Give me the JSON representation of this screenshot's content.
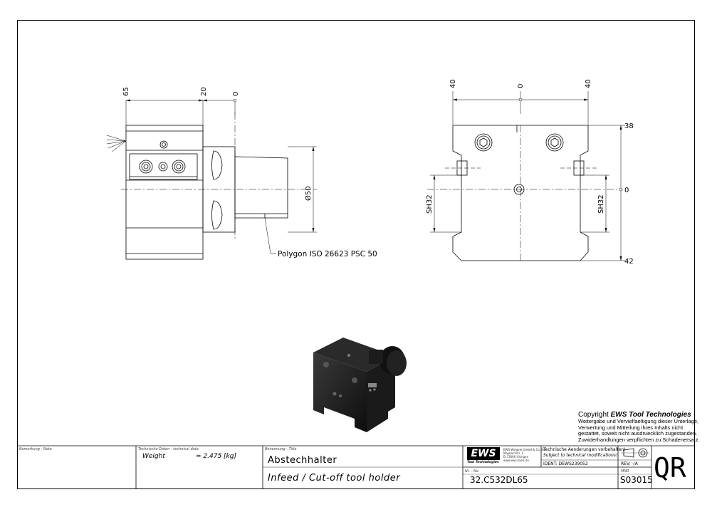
{
  "drawing": {
    "side_view": {
      "dim_65": "65",
      "dim_20": "20",
      "dim_0_top": "0",
      "dim_diameter": "Ø50",
      "polygon_note": "Polygon ISO 26623 PSC 50"
    },
    "front_view": {
      "dim_40_left": "40",
      "dim_0_top": "0",
      "dim_40_right": "40",
      "dim_38": "38",
      "dim_0_right": "0",
      "dim_42": "42",
      "sh_left": "SH32",
      "sh_right": "SH32"
    }
  },
  "copyright": {
    "title_prefix": "Copyright",
    "title_brand": "EWS Tool Technologies",
    "lines": [
      "Weitergabe und Vervielfaeltigung dieser Unterlage,",
      "Verwertung und Mitteilung ihres Inhalts nicht",
      "gestattet, soweit nicht ausdruecklich zugestanden.",
      "Zuwiderhandlungen verpflichten zu Schadenersatz."
    ]
  },
  "title_block": {
    "remark_label": "Bemerkung - Note",
    "tech_label": "Technische Daten - technical data",
    "weight_label": "Weight",
    "weight_value": "= 2.475 [kg]",
    "title_label": "Benennung - Title",
    "title_de": "Abstechhalter",
    "title_en": "Infeed / Cut-off tool holder",
    "logo": "EWS",
    "logo_sub": "Tool Technologies",
    "company_lines": [
      "EWS Weigele GmbH & Co. KG",
      "Maybachstr. 1",
      "D-73066 Uhingen",
      "www.ews-tools.de"
    ],
    "changes_de": "Technische Aenderungen vorbehalten!",
    "changes_en": "Subject to technical modifications!",
    "ident": "IDENT: DEWS239052",
    "rev": "REV: -/A",
    "nr_label": "Nr. - No.",
    "part_number": "32.C532DL65",
    "mnr_label": "MNR",
    "mnr": "S03015",
    "qr": "QR"
  }
}
